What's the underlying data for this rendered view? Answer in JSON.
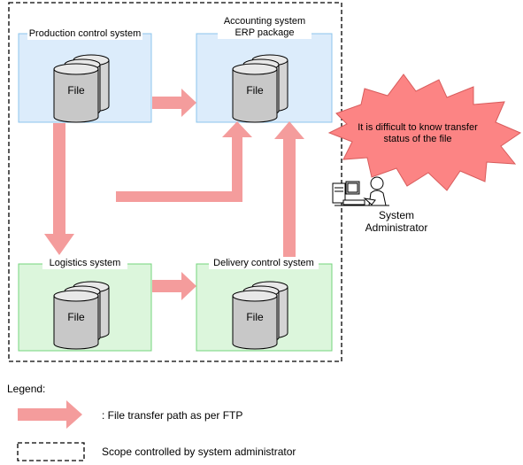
{
  "colors": {
    "blue_box_fill": "#dcecfb",
    "blue_box_border": "#8cc4ec",
    "green_box_fill": "#dcf6dc",
    "green_box_border": "#74d47c",
    "arrow": "#f49c9c",
    "burst_fill": "#fc8484",
    "burst_stroke": "#d85c5c"
  },
  "boxes": {
    "production": {
      "label": "Production control system",
      "file": "File"
    },
    "accounting": {
      "label_line1": "Accounting system",
      "label_line2": "ERP package",
      "file": "File"
    },
    "logistics": {
      "label": "Logistics system",
      "file": "File"
    },
    "delivery": {
      "label": "Delivery control system",
      "file": "File"
    }
  },
  "callout": {
    "line1": "It is difficult to know transfer",
    "line2": "status of the file"
  },
  "admin": {
    "line1": "System",
    "line2": "Administrator",
    "icon": "computer-user-icon"
  },
  "legend": {
    "title": "Legend:",
    "arrow_text": ": File transfer path as per FTP",
    "scope_text": "Scope controlled by system administrator"
  }
}
